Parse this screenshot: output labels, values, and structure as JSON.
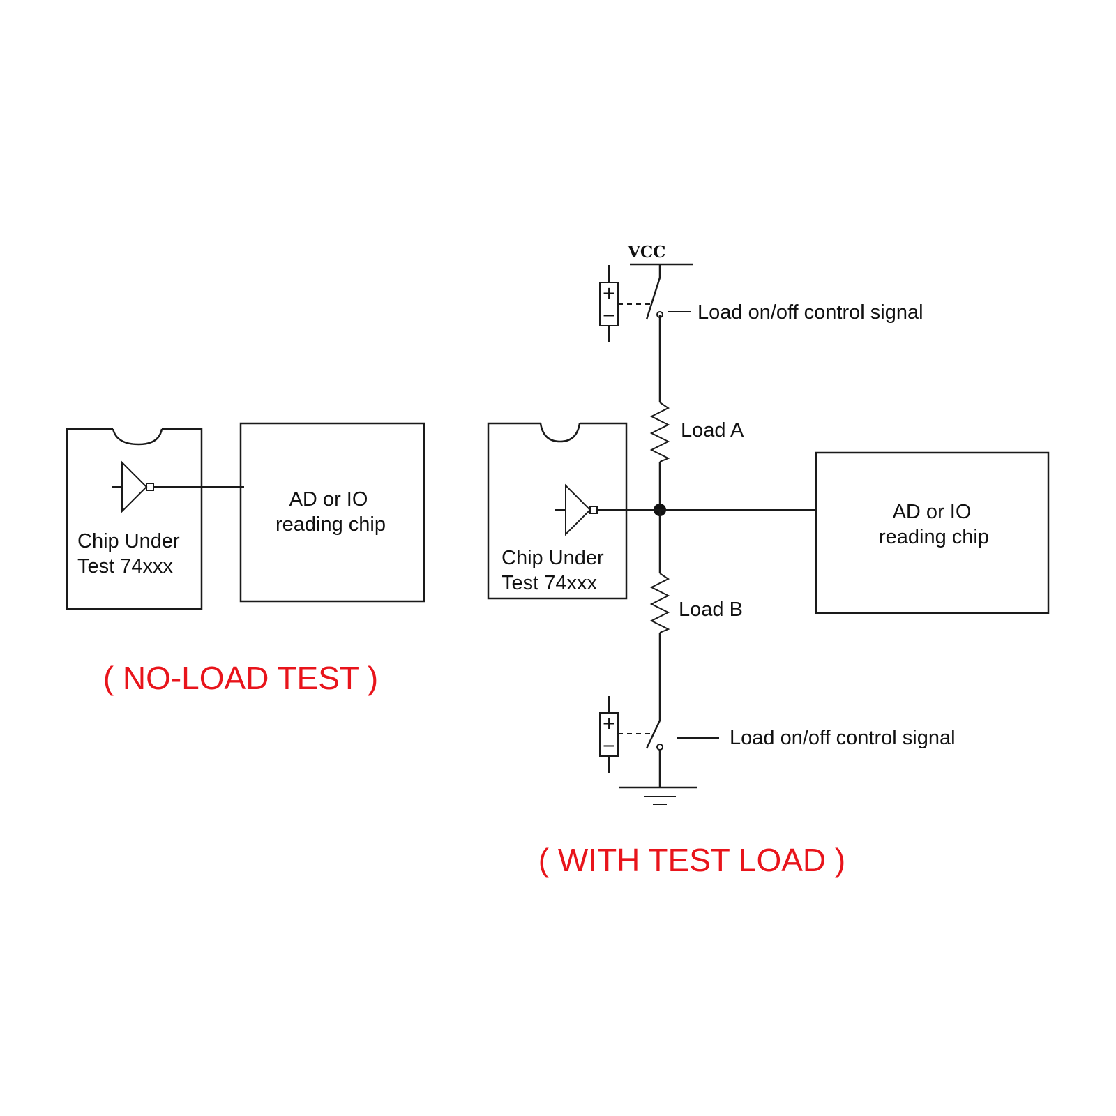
{
  "left": {
    "chip_line1": "Chip Under",
    "chip_line2": "Test 74xxx",
    "reader_line1": "AD or IO",
    "reader_line2": "reading chip",
    "caption": "( NO-LOAD TEST )"
  },
  "right": {
    "vcc": "VCC",
    "top_control": "Load on/off control signal",
    "load_a": "Load A",
    "load_b": "Load B",
    "chip_line1": "Chip Under",
    "chip_line2": "Test 74xxx",
    "reader_line1": "AD or IO",
    "reader_line2": "reading chip",
    "bottom_control": "Load on/off control signal",
    "caption": "( WITH TEST LOAD )"
  },
  "battery_plus": "+",
  "battery_minus": "−",
  "colors": {
    "caption": "#e8141b",
    "line": "#1a1a1a"
  }
}
